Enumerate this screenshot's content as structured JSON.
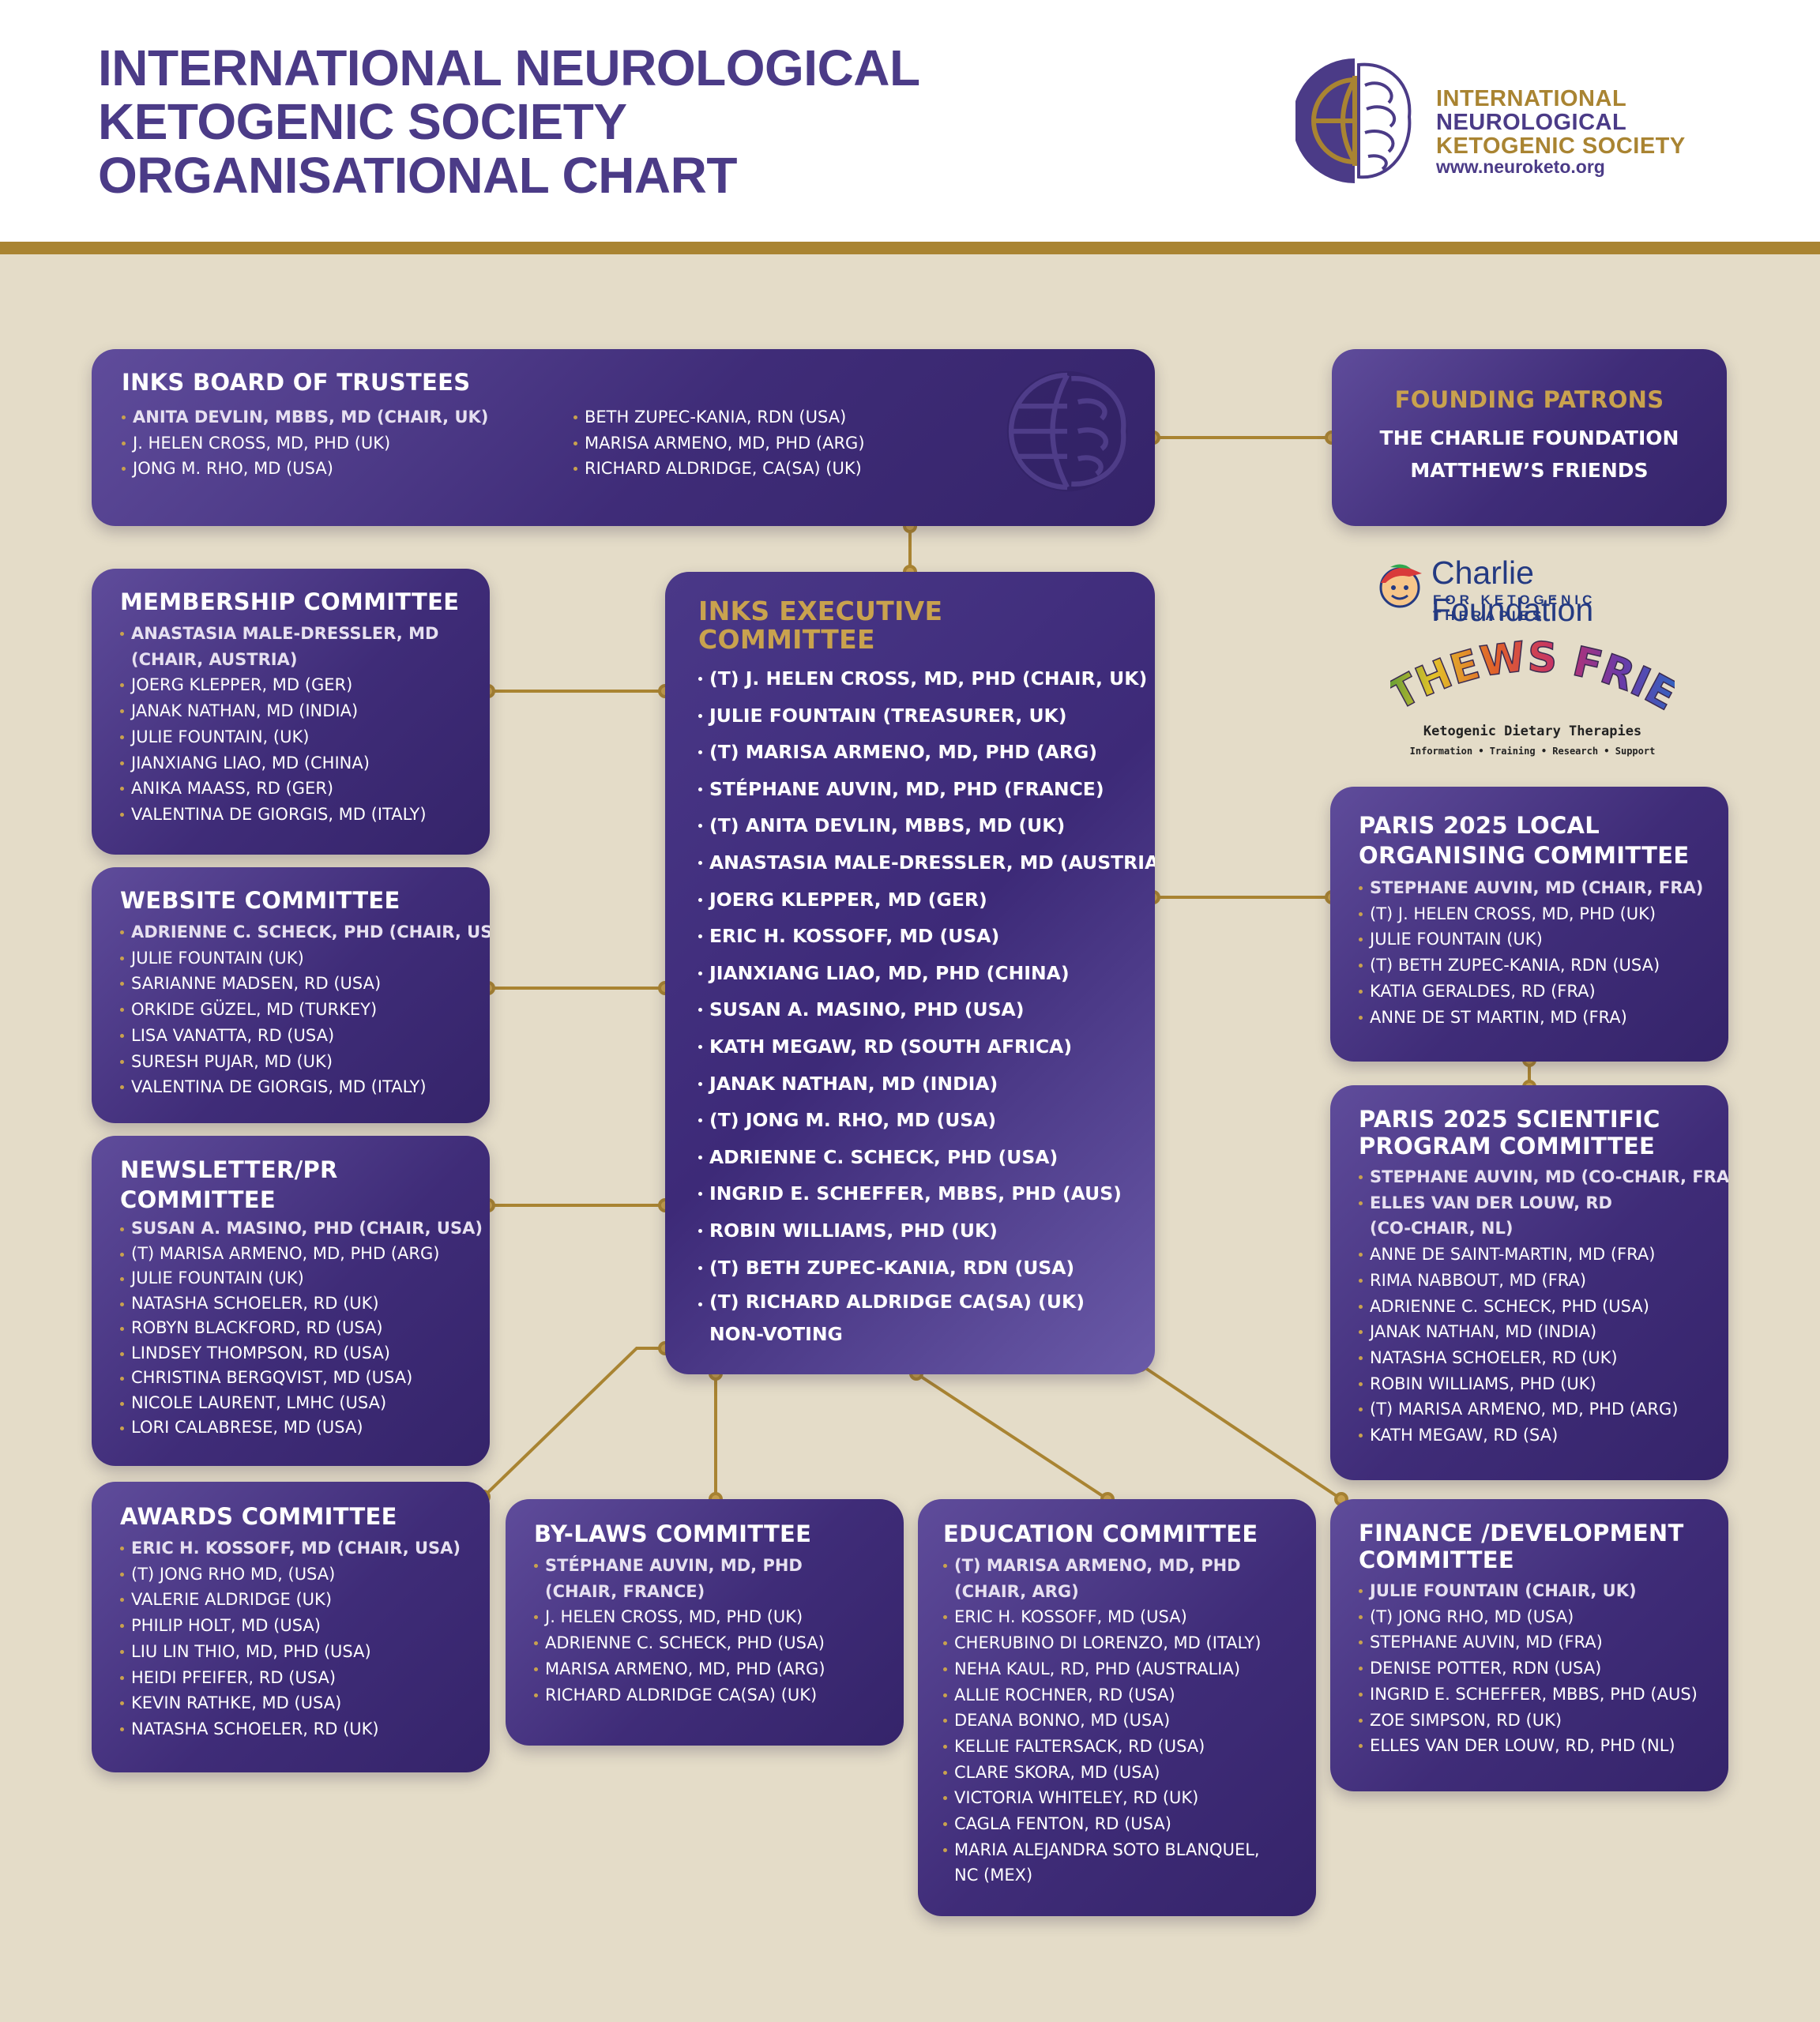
{
  "header": {
    "title_lines": [
      "INTERNATIONAL NEUROLOGICAL",
      "KETOGENIC SOCIETY",
      "ORGANISATIONAL CHART"
    ],
    "logo_lines": [
      "INTERNATIONAL",
      "NEUROLOGICAL",
      "KETOGENIC SOCIETY"
    ],
    "logo_url": "www.neuroketo.org"
  },
  "board": {
    "title": "INKS BOARD OF TRUSTEES",
    "left": [
      "ANITA DEVLIN, MBBS, MD (CHAIR, UK)",
      "J. HELEN CROSS, MD, PHD (UK)",
      "JONG M. RHO, MD (USA)"
    ],
    "right": [
      "BETH ZUPEC-KANIA, RDN (USA)",
      "MARISA ARMENO, MD, PHD (ARG)",
      "RICHARD ALDRIDGE, CA(SA) (UK)"
    ]
  },
  "patrons": {
    "title": "FOUNDING PATRONS",
    "lines": [
      "THE CHARLIE FOUNDATION",
      "MATTHEW’S FRIENDS"
    ],
    "charlie_logo": {
      "name": "Charlie Foundation",
      "tagline": "FOR KETOGENIC THERAPIES"
    },
    "matthews_logo": {
      "name": "MATTHEWS FRIENDS",
      "tagline": "Ketogenic Dietary Therapies",
      "subline": "Information • Training • Research • Support"
    }
  },
  "executive": {
    "title": "INKS EXECUTIVE COMMITTEE",
    "members": [
      "(T) J. HELEN CROSS, MD, PHD (CHAIR, UK)",
      "JULIE FOUNTAIN (TREASURER, UK)",
      "(T) MARISA ARMENO, MD, PHD (ARG)",
      "STÉPHANE AUVIN, MD, PHD (FRANCE)",
      "(T) ANITA DEVLIN, MBBS, MD (UK)",
      "ANASTASIA MALE-DRESSLER, MD (AUSTRIA)",
      "JOERG KLEPPER, MD (GER)",
      "ERIC H. KOSSOFF, MD (USA)",
      "JIANXIANG LIAO, MD, PHD (CHINA)",
      "SUSAN A. MASINO, PHD (USA)",
      "KATH MEGAW, RD (SOUTH AFRICA)",
      "JANAK NATHAN, MD (INDIA)",
      "(T) JONG M. RHO, MD (USA)",
      "ADRIENNE C. SCHECK, PHD (USA)",
      "INGRID E. SCHEFFER, MBBS, PHD (AUS)",
      "ROBIN WILLIAMS, PHD (UK)",
      "(T) BETH ZUPEC-KANIA, RDN (USA)",
      "(T) RICHARD ALDRIDGE CA(SA) (UK)\nNON-VOTING"
    ]
  },
  "membership": {
    "title": "MEMBERSHIP COMMITTEE",
    "members": [
      "ANASTASIA MALE-DRESSLER, MD\n(CHAIR, AUSTRIA)",
      "JOERG KLEPPER, MD (GER)",
      "JANAK NATHAN, MD (INDIA)",
      "JULIE FOUNTAIN, (UK)",
      "JIANXIANG LIAO, MD (CHINA)",
      "ANIKA MAASS, RD (GER)",
      "VALENTINA DE GIORGIS, MD (ITALY)"
    ]
  },
  "website": {
    "title": "WEBSITE COMMITTEE",
    "members": [
      "ADRIENNE C. SCHECK, PHD (CHAIR, USA)",
      "JULIE FOUNTAIN (UK)",
      "SARIANNE MADSEN, RD (USA)",
      "ORKIDE GÜZEL, MD (TURKEY)",
      "LISA VANATTA, RD (USA)",
      "SURESH PUJAR, MD (UK)",
      "VALENTINA DE GIORGIS, MD (ITALY)"
    ]
  },
  "newsletter": {
    "title": "NEWSLETTER/PR\nCOMMITTEE",
    "members": [
      "SUSAN A. MASINO, PHD (CHAIR, USA)",
      "(T) MARISA ARMENO, MD, PHD (ARG)",
      "JULIE FOUNTAIN (UK)",
      "NATASHA SCHOELER, RD (UK)",
      "ROBYN BLACKFORD, RD (USA)",
      "LINDSEY THOMPSON, RD (USA)",
      "CHRISTINA BERGQVIST, MD (USA)",
      "NICOLE LAURENT, LMHC (USA)",
      "LORI CALABRESE, MD (USA)"
    ]
  },
  "awards": {
    "title": "AWARDS COMMITTEE",
    "members": [
      "ERIC H. KOSSOFF, MD (CHAIR, USA)",
      "(T) JONG RHO MD, (USA)",
      "VALERIE ALDRIDGE (UK)",
      "PHILIP HOLT, MD (USA)",
      "LIU LIN THIO, MD, PHD (USA)",
      "HEIDI PFEIFER, RD (USA)",
      "KEVIN RATHKE, MD (USA)",
      "NATASHA SCHOELER, RD (UK)"
    ]
  },
  "bylaws": {
    "title": "BY-LAWS COMMITTEE",
    "members": [
      "STÉPHANE AUVIN, MD, PHD\n(CHAIR, FRANCE)",
      "J. HELEN CROSS, MD, PHD (UK)",
      "ADRIENNE C. SCHECK, PHD (USA)",
      "MARISA ARMENO, MD, PHD (ARG)",
      "RICHARD ALDRIDGE CA(SA) (UK)"
    ]
  },
  "education": {
    "title": "EDUCATION COMMITTEE",
    "members": [
      "(T) MARISA ARMENO, MD, PHD\n(CHAIR, ARG)",
      "ERIC H. KOSSOFF, MD (USA)",
      "CHERUBINO DI LORENZO, MD (ITALY)",
      "NEHA KAUL, RD, PHD (AUSTRALIA)",
      "ALLIE ROCHNER, RD (USA)",
      "DEANA BONNO, MD (USA)",
      "KELLIE FALTERSACK, RD (USA)",
      "CLARE SKORA, MD (USA)",
      "VICTORIA WHITELEY, RD (UK)",
      "CAGLA FENTON, RD (USA)",
      "MARIA ALEJANDRA SOTO BLANQUEL,\nNC (MEX)"
    ]
  },
  "finance": {
    "title": "FINANCE /DEVELOPMENT\nCOMMITTEE",
    "members": [
      "JULIE FOUNTAIN (CHAIR, UK)",
      "(T) JONG RHO, MD (USA)",
      "STEPHANE AUVIN, MD (FRA)",
      "DENISE POTTER, RDN (USA)",
      "INGRID E. SCHEFFER, MBBS, PHD (AUS)",
      "ZOE SIMPSON, RD (UK)",
      "ELLES VAN DER LOUW, RD, PHD (NL)"
    ]
  },
  "paris_local": {
    "title": "PARIS 2025 LOCAL\nORGANISING COMMITTEE",
    "members": [
      "STEPHANE AUVIN, MD (CHAIR, FRA)",
      "(T) J. HELEN CROSS, MD, PHD (UK)",
      "JULIE FOUNTAIN (UK)",
      "(T) BETH ZUPEC-KANIA, RDN (USA)",
      "KATIA GERALDES, RD (FRA)",
      "ANNE DE ST MARTIN, MD (FRA)"
    ]
  },
  "paris_scientific": {
    "title": "PARIS 2025 SCIENTIFIC\nPROGRAM COMMITTEE",
    "members": [
      "STEPHANE AUVIN, MD (CO-CHAIR, FRA)",
      "ELLES VAN DER LOUW, RD\n(CO-CHAIR, NL)",
      "ANNE DE SAINT-MARTIN, MD (FRA)",
      "RIMA NABBOUT, MD (FRA)",
      "ADRIENNE C. SCHECK, PHD (USA)",
      "JANAK NATHAN, MD (INDIA)",
      "NATASHA SCHOELER, RD (UK)",
      "ROBIN WILLIAMS, PHD (UK)",
      "(T) MARISA ARMENO, MD, PHD (ARG)",
      "KATH MEGAW, RD (SA)"
    ]
  },
  "colors": {
    "brand_purple": "#4b3b87",
    "gold": "#a98432",
    "background": "#e4dcc8"
  }
}
